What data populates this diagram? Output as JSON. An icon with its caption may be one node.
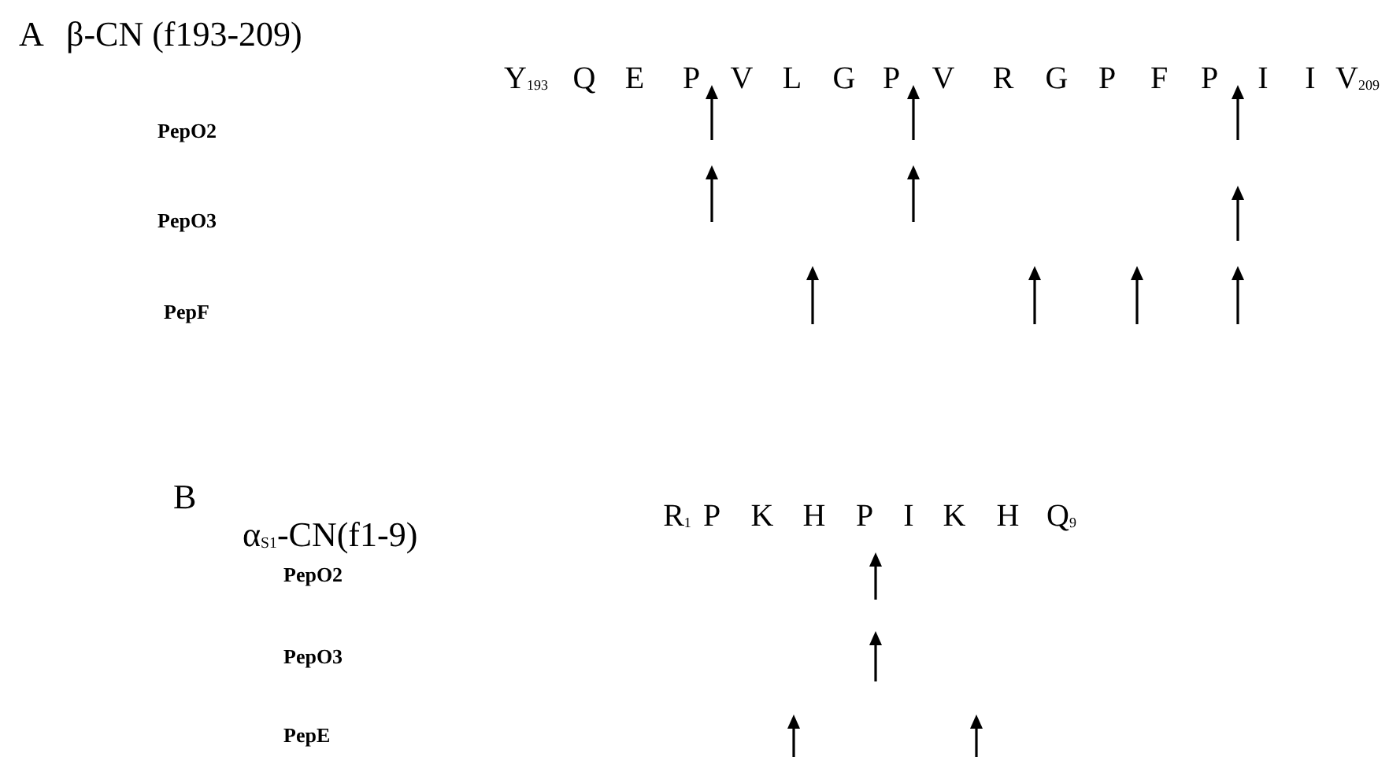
{
  "diagram": {
    "labels": [
      "A",
      "β-CN (f193-209)",
      "Y$_{193}$",
      "Q",
      "E",
      "P",
      "V",
      "L",
      "G",
      "P",
      "V",
      "R",
      "G",
      "P",
      "F",
      "P",
      "I",
      "I",
      "V$_{209}$",
      "PepO2",
      "PepO3",
      "PepF",
      "B",
      "α$_{S1}$-CN(f1-9)",
      "R$_{1}$",
      "P",
      "K",
      "H",
      "P",
      "I",
      "K",
      "H",
      "Q$_{9}$",
      "PepO2",
      "PepO3",
      "PepE"
    ]
  }
}
